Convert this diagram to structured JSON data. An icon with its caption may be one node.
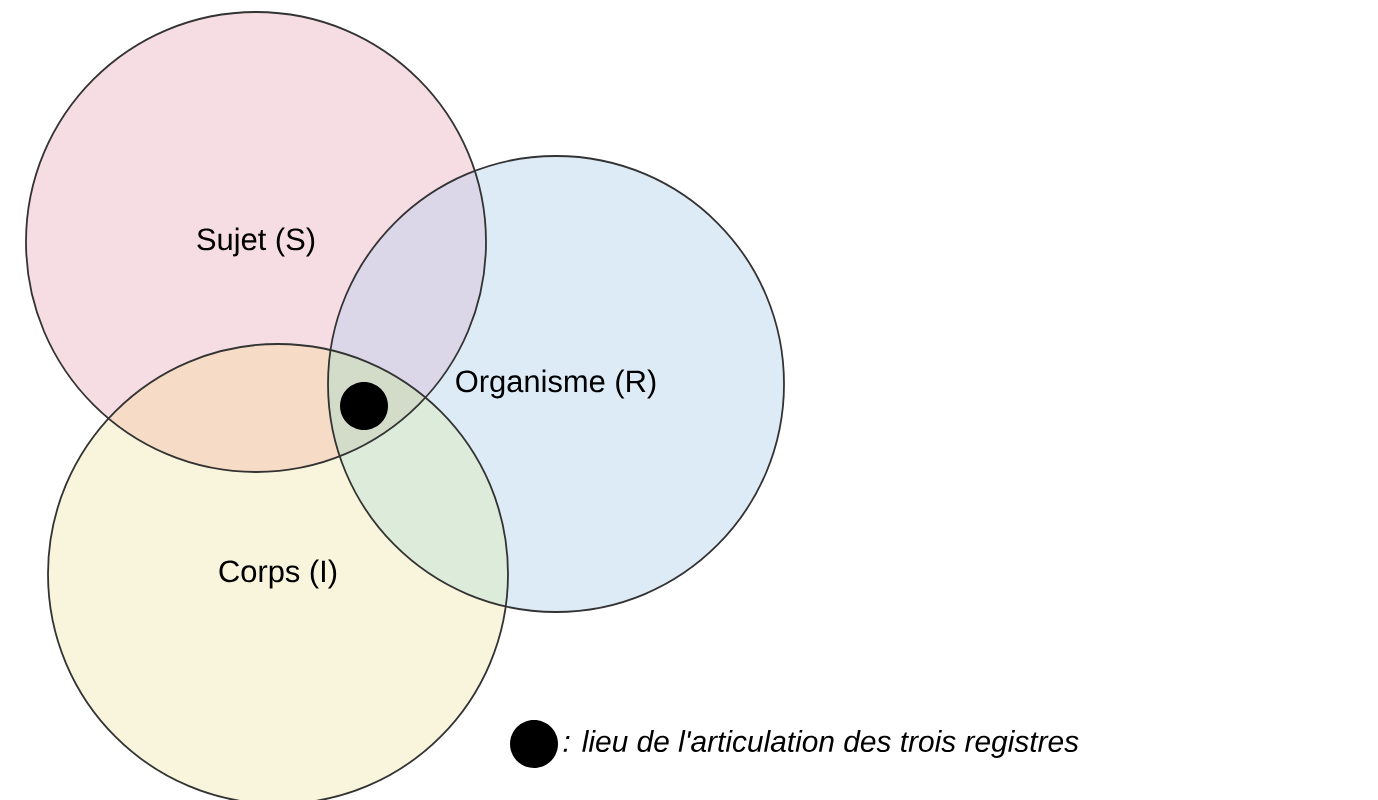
{
  "diagram": {
    "nodes": [
      {
        "text": [
          "Sujet (S)"
        ]
      },
      {
        "text": [
          "Organisme (R)"
        ]
      },
      {
        "text": [
          "Corps (I)"
        ]
      }
    ],
    "legend": [
      {
        "text": ": lieu de l'articulation des trois registres"
      }
    ]
  }
}
